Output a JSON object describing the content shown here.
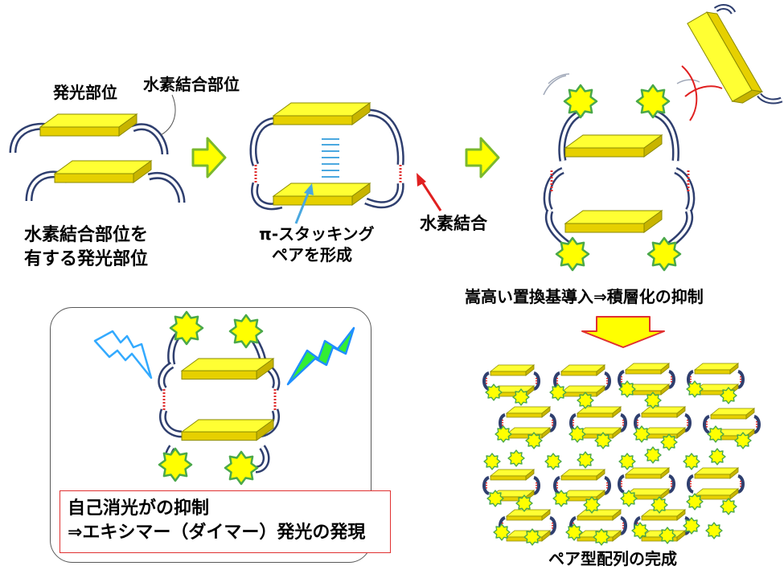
{
  "labels": {
    "luminescent_site": "発光部位",
    "h_bond_site": "水素結合部位",
    "left_caption_1": "水素結合部位を",
    "left_caption_2": "有する発光部位",
    "pi_stacking_1": "π-スタッキング",
    "pi_stacking_2": "ペアを形成",
    "h_bond": "水素結合",
    "bulky_substituent": "嵩高い置換基導入⇒積層化の抑制",
    "self_quench_1": "自己消光がの抑制",
    "self_quench_2": "⇒エキシマー（ダイマー）発光の発現",
    "pair_array": "ペア型配列の完成"
  },
  "colors": {
    "plate_fill": "#ffff33",
    "plate_edge": "#8a8a00",
    "arm_stroke": "#2f3f6f",
    "arrow_fill": "#ffff00",
    "arrow_edge": "#7ab82e",
    "h_bond_dash": "#e03030",
    "pi_line": "#4aa8e0",
    "star_fill": "#ffff00",
    "star_edge": "#4aa84a",
    "red_arrow": "#e02020",
    "blue_arrow": "#4aa8e0",
    "bolt_blue_edge": "#33aaff",
    "bolt_green": "#33ee33"
  },
  "icons": [
    "star-icon",
    "lightning-icon",
    "block-arrow-icon"
  ]
}
